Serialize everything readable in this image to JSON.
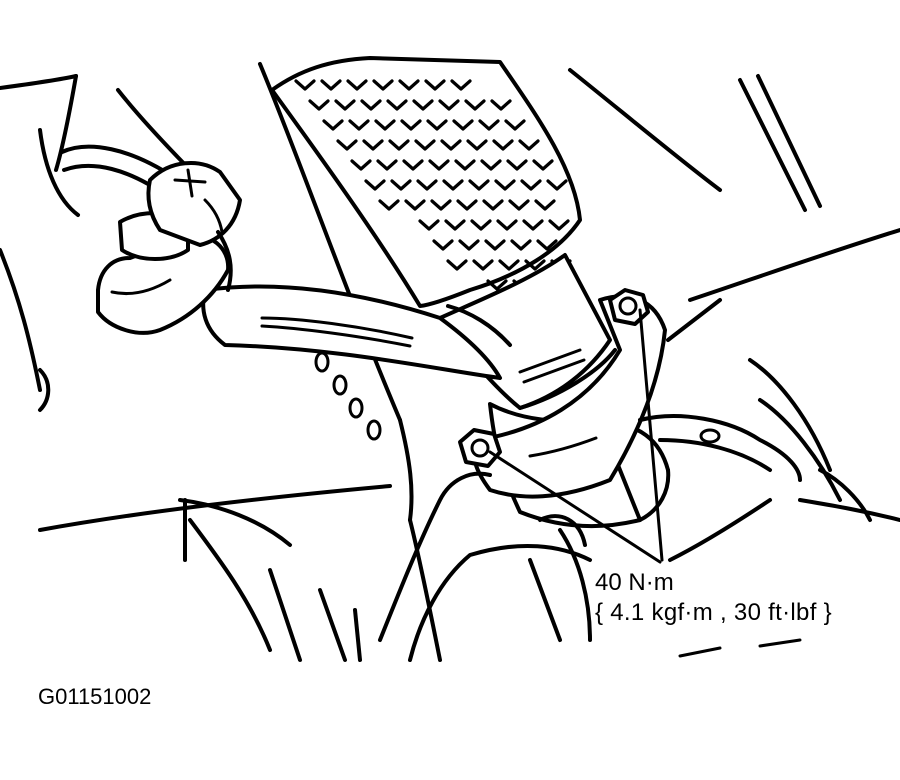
{
  "callout": {
    "torque_line1": "40 N·m",
    "torque_line2": "{ 4.1 kgf·m , 30 ft·lbf }"
  },
  "figure_id": "G01151002"
}
